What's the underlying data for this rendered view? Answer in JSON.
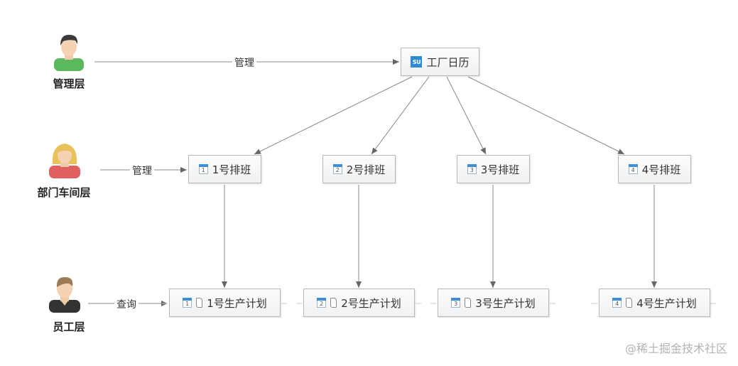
{
  "roles": {
    "management": "管理层",
    "department": "部门车间层",
    "employee": "员工层"
  },
  "edge_labels": {
    "manage_top": "管理",
    "manage_mid": "管理",
    "query": "查询"
  },
  "root": {
    "label": "工厂日历",
    "icon": "SU"
  },
  "schedules": [
    {
      "label": "1号排班",
      "num": "1"
    },
    {
      "label": "2号排班",
      "num": "2"
    },
    {
      "label": "3号排班",
      "num": "3"
    },
    {
      "label": "4号排班",
      "num": "4"
    }
  ],
  "plans": [
    {
      "label": "1号生产计划",
      "num": "1"
    },
    {
      "label": "2号生产计划",
      "num": "2"
    },
    {
      "label": "3号生产计划",
      "num": "3"
    },
    {
      "label": "4号生产计划",
      "num": "4"
    }
  ],
  "watermark": "@稀土掘金技术社区",
  "colors": {
    "node_border": "#b8b8b8",
    "edge": "#888888",
    "accent": "#3c8ed6"
  }
}
